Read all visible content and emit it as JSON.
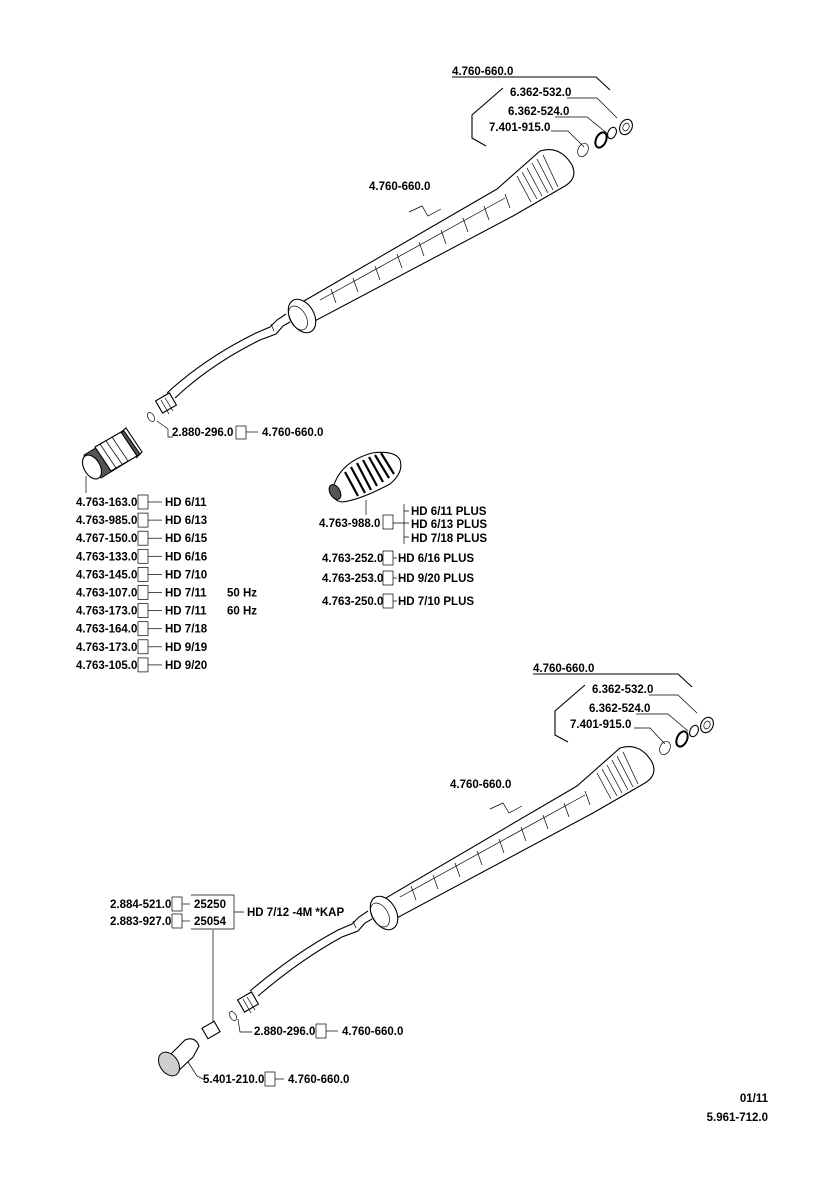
{
  "diagram1": {
    "top_group": "4.760-660.0",
    "part_a": "6.362-532.0",
    "part_b": "6.362-524.0",
    "part_c": "7.401-915.0",
    "lance": "4.760-660.0",
    "connector": "2.880-296.0",
    "connector_kit": "4.760-660.0"
  },
  "nozzles": [
    {
      "part": "4.763-163.0",
      "model": "HD 6/11",
      "note": ""
    },
    {
      "part": "4.763-985.0",
      "model": "HD 6/13",
      "note": ""
    },
    {
      "part": "4.767-150.0",
      "model": "HD 6/15",
      "note": ""
    },
    {
      "part": "4.763-133.0",
      "model": "HD 6/16",
      "note": ""
    },
    {
      "part": "4.763-145.0",
      "model": "HD 7/10",
      "note": ""
    },
    {
      "part": "4.763-107.0",
      "model": "HD 7/11",
      "note": "50 Hz"
    },
    {
      "part": "4.763-173.0",
      "model": "HD 7/11",
      "note": "60 Hz"
    },
    {
      "part": "4.763-164.0",
      "model": "HD 7/18",
      "note": ""
    },
    {
      "part": "4.763-173.0",
      "model": "HD 9/19",
      "note": ""
    },
    {
      "part": "4.763-105.0",
      "model": "HD 9/20",
      "note": ""
    }
  ],
  "plus_nozzles": {
    "main_part": "4.763-988.0",
    "main_models": [
      "HD 6/11 PLUS",
      "HD 6/13 PLUS",
      "HD 7/18 PLUS"
    ],
    "others": [
      {
        "part": "4.763-252.0",
        "model": "HD 6/16 PLUS"
      },
      {
        "part": "4.763-253.0",
        "model": "HD 9/20 PLUS"
      },
      {
        "part": "4.763-250.0",
        "model": "HD 7/10 PLUS"
      }
    ]
  },
  "diagram2": {
    "top_group": "4.760-660.0",
    "part_a": "6.362-532.0",
    "part_b": "6.362-524.0",
    "part_c": "7.401-915.0",
    "lance": "4.760-660.0",
    "kap_parts": [
      {
        "part": "2.884-521.0",
        "code": "25250"
      },
      {
        "part": "2.883-927.0",
        "code": "25054"
      }
    ],
    "kap_model": "HD 7/12 -4M *KAP",
    "connector": "2.880-296.0",
    "connector_kit": "4.760-660.0",
    "cap": "5.401-210.0",
    "cap_kit": "4.760-660.0"
  },
  "footer": {
    "date": "01/11",
    "doc_number": "5.961-712.0"
  }
}
